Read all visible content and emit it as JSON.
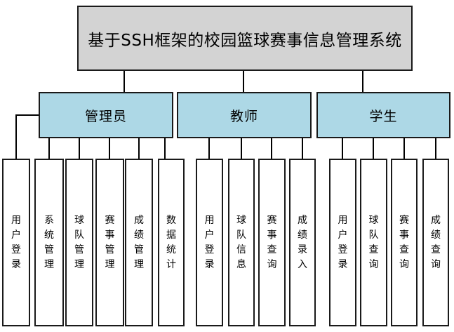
{
  "diagram": {
    "type": "hierarchy-tree",
    "root": {
      "label": "基于SSH框架的校园篮球赛事信息管理系统"
    },
    "branches": [
      {
        "label": "管理员",
        "children": [
          "用户登录",
          "系统管理",
          "球队管理",
          "赛事管理",
          "成绩管理",
          "数据统计"
        ]
      },
      {
        "label": "教师",
        "children": [
          "用户登录",
          "球队信息",
          "赛事查询",
          "成绩录入"
        ]
      },
      {
        "label": "学生",
        "children": [
          "用户登录",
          "球队查询",
          "赛事查询",
          "成绩查询"
        ]
      }
    ]
  },
  "colors": {
    "root_fill": "#d3d3d3",
    "branch_fill": "#add8e6",
    "leaf_fill": "#ffffff",
    "line_color": "#000000",
    "border_color": "#1a1a1a",
    "text_color": "#000000"
  }
}
